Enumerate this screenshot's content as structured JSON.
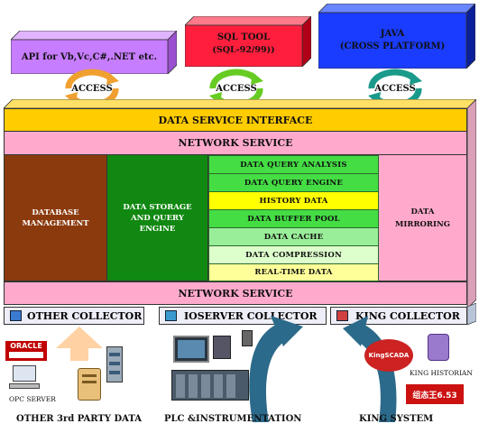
{
  "top_clients": [
    {
      "id": "api",
      "label": "API for Vb,Vc,C#,.NET etc.",
      "color": "#c77dff"
    },
    {
      "id": "sql",
      "line1": "SQL TOOL",
      "line2": "(SQL-92/99))",
      "color": "#ff1f3d"
    },
    {
      "id": "java",
      "line1": "JAVA",
      "line2": "(CROSS PLATFORM)",
      "color": "#1a3cff"
    }
  ],
  "access_label": "ACCESS",
  "layers": {
    "data_service_interface": "DATA SERVICE INTERFACE",
    "network_service_top": "NETWORK SERVICE",
    "network_service_bottom": "NETWORK SERVICE"
  },
  "middle": {
    "database_management": "DATABASE MANAGEMENT",
    "data_storage": "DATA STORAGE AND QUERY ENGINE",
    "data_mirroring": "DATA MIRRORING",
    "stack": [
      {
        "label": "DATA QUERY ANALYSIS",
        "color": "#44dd44"
      },
      {
        "label": "DATA QUERY ENGINE",
        "color": "#44dd44"
      },
      {
        "label": "HISTORY DATA",
        "color": "#ffff00"
      },
      {
        "label": "DATA BUFFER POOL",
        "color": "#44dd44"
      },
      {
        "label": "DATA CACHE",
        "color": "#99ee99"
      },
      {
        "label": "DATA COMPRESSION",
        "color": "#ddffcc"
      },
      {
        "label": "REAL-TIME DATA",
        "color": "#ffff99"
      }
    ]
  },
  "collectors": {
    "other": "OTHER COLLECTOR",
    "ioserver": "IOSERVER  COLLECTOR",
    "king": "KING COLLECTOR"
  },
  "sources": {
    "other_label": "OTHER 3rd PARTY DATA",
    "plc_label": "PLC &INSTRUMENTATION",
    "king_label": "KING SYSTEM",
    "opc_server": "OPC SERVER",
    "king_historian": "KING HISTORIAN",
    "oracle_logo": "ORACLE",
    "kingscada_logo": "KingSCADA",
    "kingview_logo": "组态王6.53"
  },
  "colors": {
    "dsi": "#ffcc00",
    "network": "#ffaacc",
    "db_mgmt": "#8b3a0e",
    "storage": "#118811",
    "mirroring": "#ffaacc",
    "collector": "#eeeef8",
    "arrow": "#2b6a8a"
  }
}
